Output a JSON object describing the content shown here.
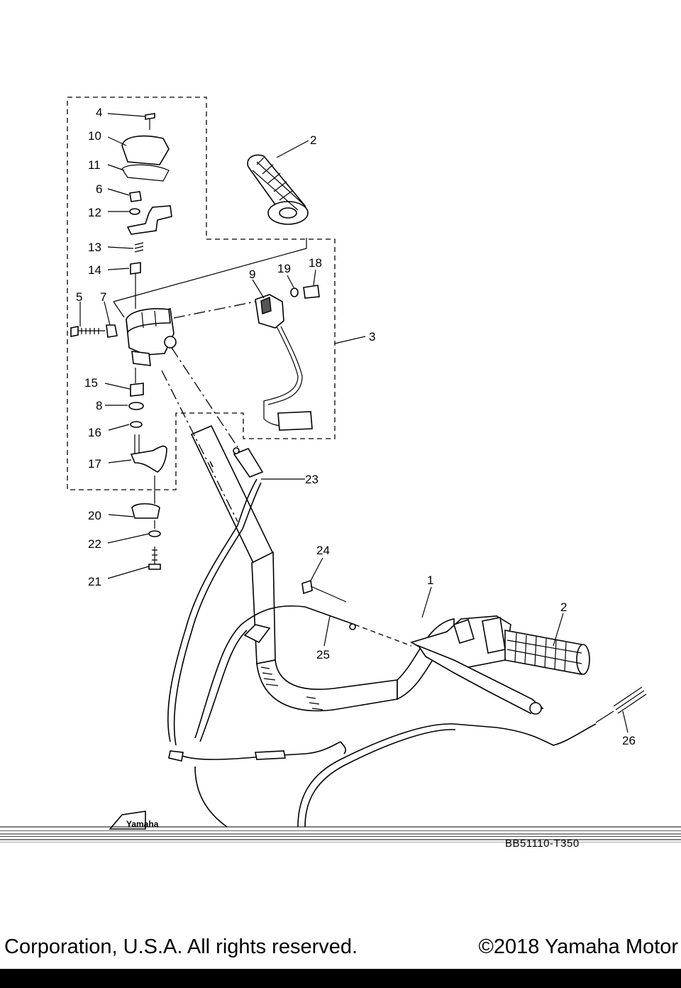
{
  "diagram": {
    "callouts": [
      "4",
      "10",
      "11",
      "6",
      "12",
      "13",
      "14",
      "5",
      "7",
      "15",
      "8",
      "16",
      "17",
      "20",
      "22",
      "21",
      "2",
      "9",
      "19",
      "18",
      "3",
      "23",
      "24",
      "1",
      "2",
      "25",
      "26"
    ],
    "drawing_code": "BB51110-T350",
    "stamp_text": "Yamaha",
    "colors": {
      "ink": "#000000",
      "paper": "#ffffff",
      "shade": "#555555"
    }
  },
  "footer": {
    "left": "Corporation, U.S.A. All rights reserved.",
    "right": "©2018 Yamaha Motor"
  }
}
